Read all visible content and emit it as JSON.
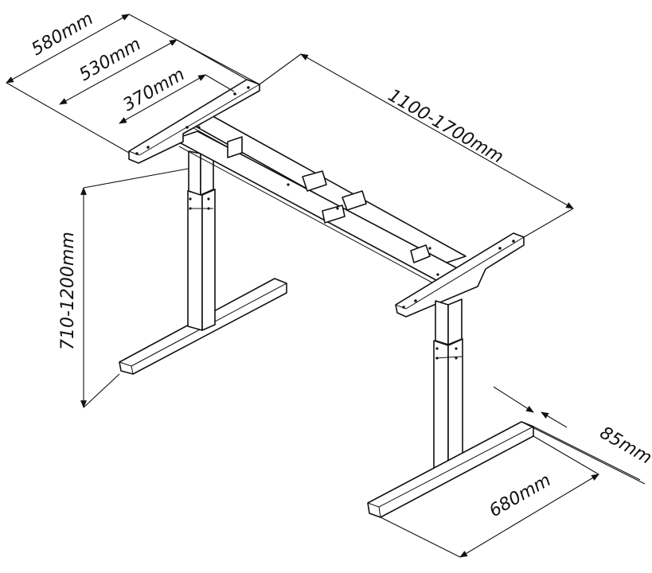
{
  "drawing": {
    "title": "",
    "dimensions": {
      "top_plate_depth": "580mm",
      "top_plate_mid": "530mm",
      "top_plate_inner": "370mm",
      "frame_width": "1100-1700mm",
      "height_range": "710-1200mm",
      "foot_width": "85mm",
      "foot_length": "680mm"
    }
  }
}
